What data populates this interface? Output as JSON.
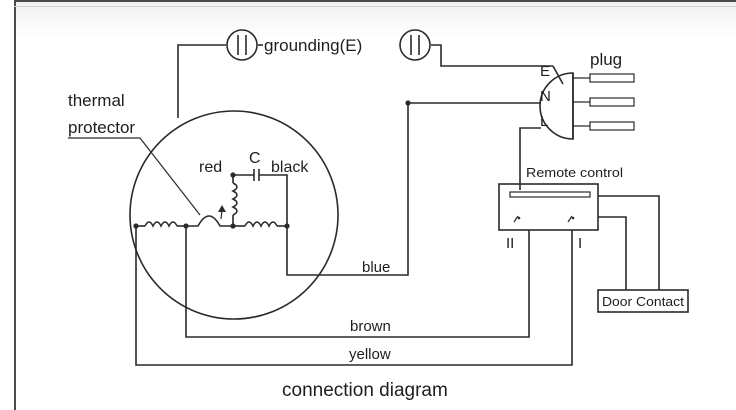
{
  "diagram": {
    "caption": "connection diagram",
    "labels": {
      "grounding": "grounding(E)",
      "plug": "plug",
      "E": "E",
      "N": "N",
      "L": "L",
      "thermal1": "thermal",
      "thermal2": "protector",
      "red": "red",
      "C": "C",
      "black": "black",
      "remote": "Remote control",
      "II": "II",
      "I": "I",
      "door": "Door Contact",
      "blue": "blue",
      "brown": "brown",
      "yellow": "yellow"
    }
  }
}
